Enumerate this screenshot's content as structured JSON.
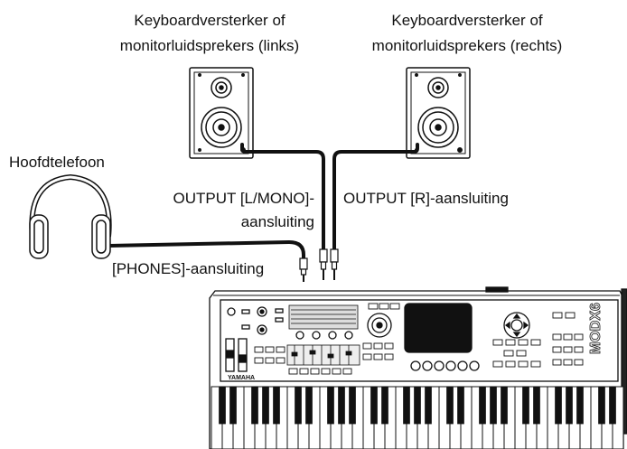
{
  "labels": {
    "speaker_left": [
      "Keyboardversterker of",
      "monitorluidsprekers (links)"
    ],
    "speaker_right": [
      "Keyboardversterker of",
      "monitorluidsprekers (rechts)"
    ],
    "headphones": "Hoofdtelefoon",
    "output_left": [
      "OUTPUT [L/MONO]-",
      "aansluiting"
    ],
    "output_right": "OUTPUT [R]-aansluiting",
    "phones_jack": "[PHONES]-aansluiting"
  },
  "keyboard": {
    "brand": "YAMAHA",
    "model": "MODX6"
  }
}
